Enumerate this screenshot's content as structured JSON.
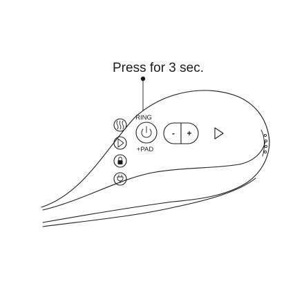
{
  "callout": {
    "text": "Press for 3 sec."
  },
  "power_button": {
    "label_top": "RING",
    "label_bottom": "+PAD"
  },
  "intensity_rocker": {
    "minus_label": "-",
    "plus_label": "+"
  },
  "icons": {
    "heat": "heat-waves-icon",
    "play": "play-mode-icon",
    "lock": "lock-icon",
    "charge": "plug-icon",
    "power": "power-icon",
    "arrow": "play-arrow-icon"
  }
}
